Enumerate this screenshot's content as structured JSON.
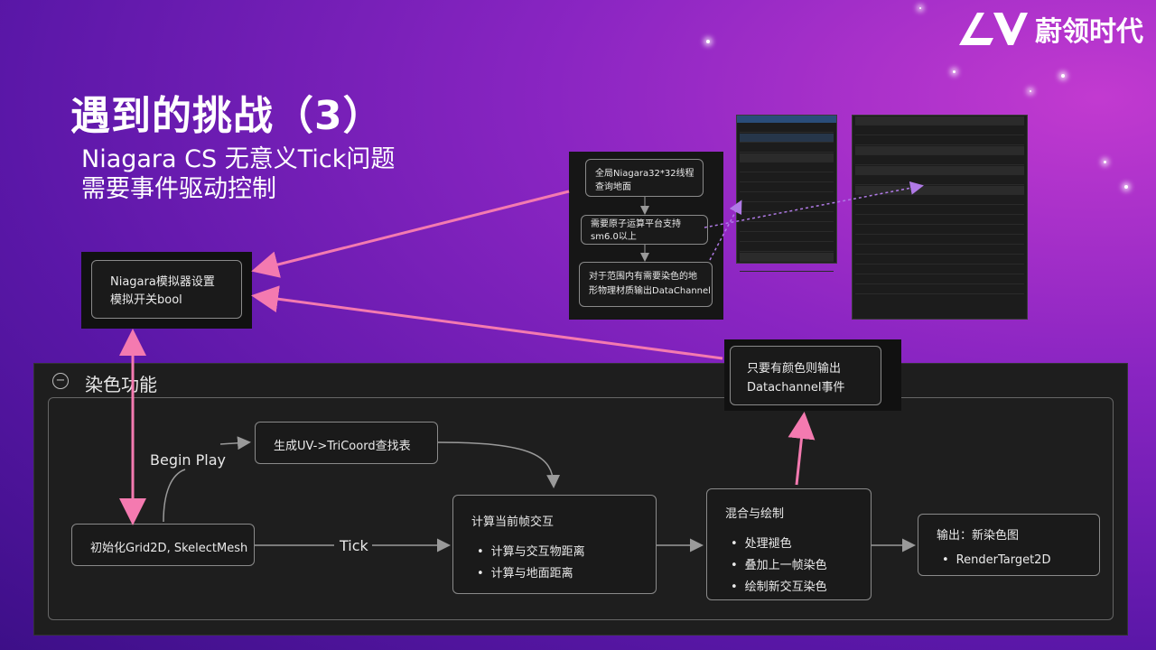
{
  "title": "遇到的挑战（3）",
  "subtitle_lines": [
    "Niagara CS 无意义Tick问题",
    "需要事件驱动控制"
  ],
  "logo_text": "蔚领时代",
  "niagara_setting_box": {
    "line1": "Niagara模拟器设置",
    "line2": "模拟开关bool"
  },
  "flow_box_1": {
    "line1": "全局Niagara32*32线程",
    "line2": "查询地面"
  },
  "flow_box_2": {
    "line1": "需要原子运算平台支持",
    "line2": "sm6.0以上"
  },
  "flow_box_3": {
    "line1": "对于范围内有需要染色的地",
    "line2": "形物理材质输出DataChannel"
  },
  "event_box": {
    "line1": "只要有颜色则输出",
    "line2": "Datachannel事件"
  },
  "section": {
    "title": "染色功能",
    "collapse_symbol": "−"
  },
  "nodes": {
    "init": "初始化Grid2D, SkelectMesh",
    "uv": "生成UV->TriCoord查找表",
    "compute": {
      "title": "计算当前帧交互",
      "items": [
        "计算与交互物距离",
        "计算与地面距离"
      ]
    },
    "blend": {
      "title": "混合与绘制",
      "items": [
        "处理褪色",
        "叠加上一帧染色",
        "绘制新交互染色"
      ]
    },
    "output": {
      "title": "输出：新染色图",
      "items": [
        "RenderTarget2D"
      ]
    }
  },
  "edge_labels": {
    "begin_play": "Begin Play",
    "tick": "Tick"
  },
  "colors": {
    "pink_arrow": "#f47ab0",
    "purple_dotted": "#b07ae6",
    "edge": "#9a9a9a"
  }
}
